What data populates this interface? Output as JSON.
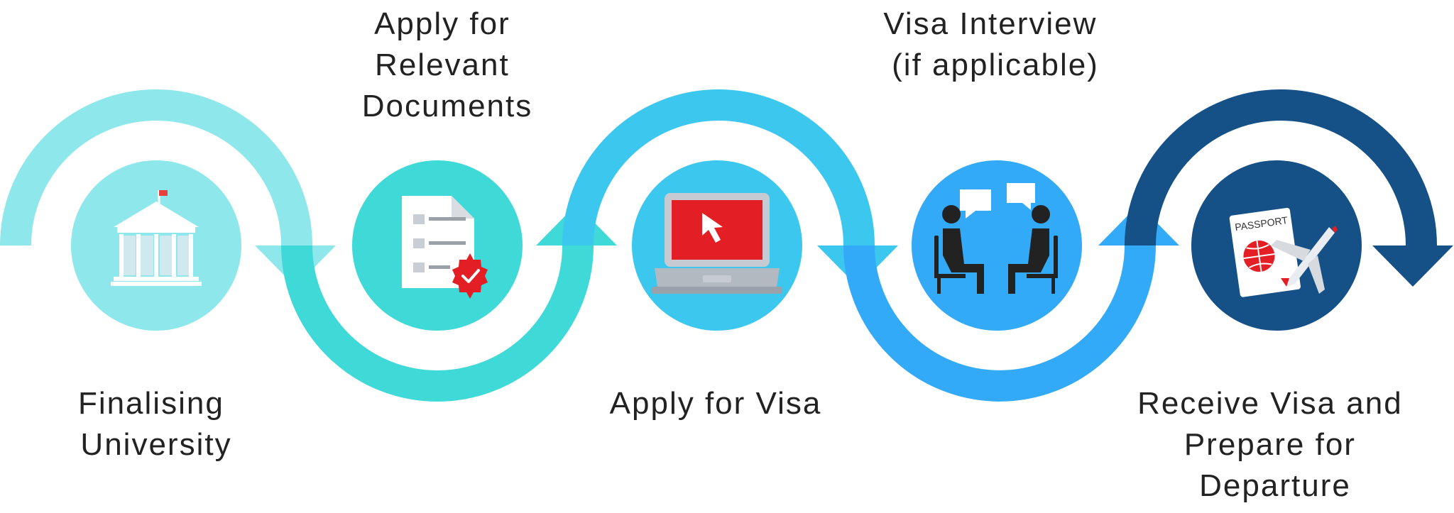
{
  "steps": [
    {
      "label_lines": [
        "Finalising",
        "University"
      ],
      "color": "#8ee8eb",
      "icon": "university-icon"
    },
    {
      "label_lines": [
        "Apply for",
        "Relevant",
        "Documents"
      ],
      "color": "#3fd9d8",
      "icon": "documents-icon"
    },
    {
      "label_lines": [
        "Apply for Visa"
      ],
      "color": "#3cc7ef",
      "icon": "laptop-icon"
    },
    {
      "label_lines": [
        "Visa Interview",
        "(if applicable)"
      ],
      "color": "#33aaf8",
      "icon": "interview-icon"
    },
    {
      "label_lines": [
        "Receive Visa and",
        "Prepare for",
        "Departure"
      ],
      "color": "#155087",
      "icon": "passport-plane-icon"
    }
  ],
  "passport_text": "PASSPORT"
}
